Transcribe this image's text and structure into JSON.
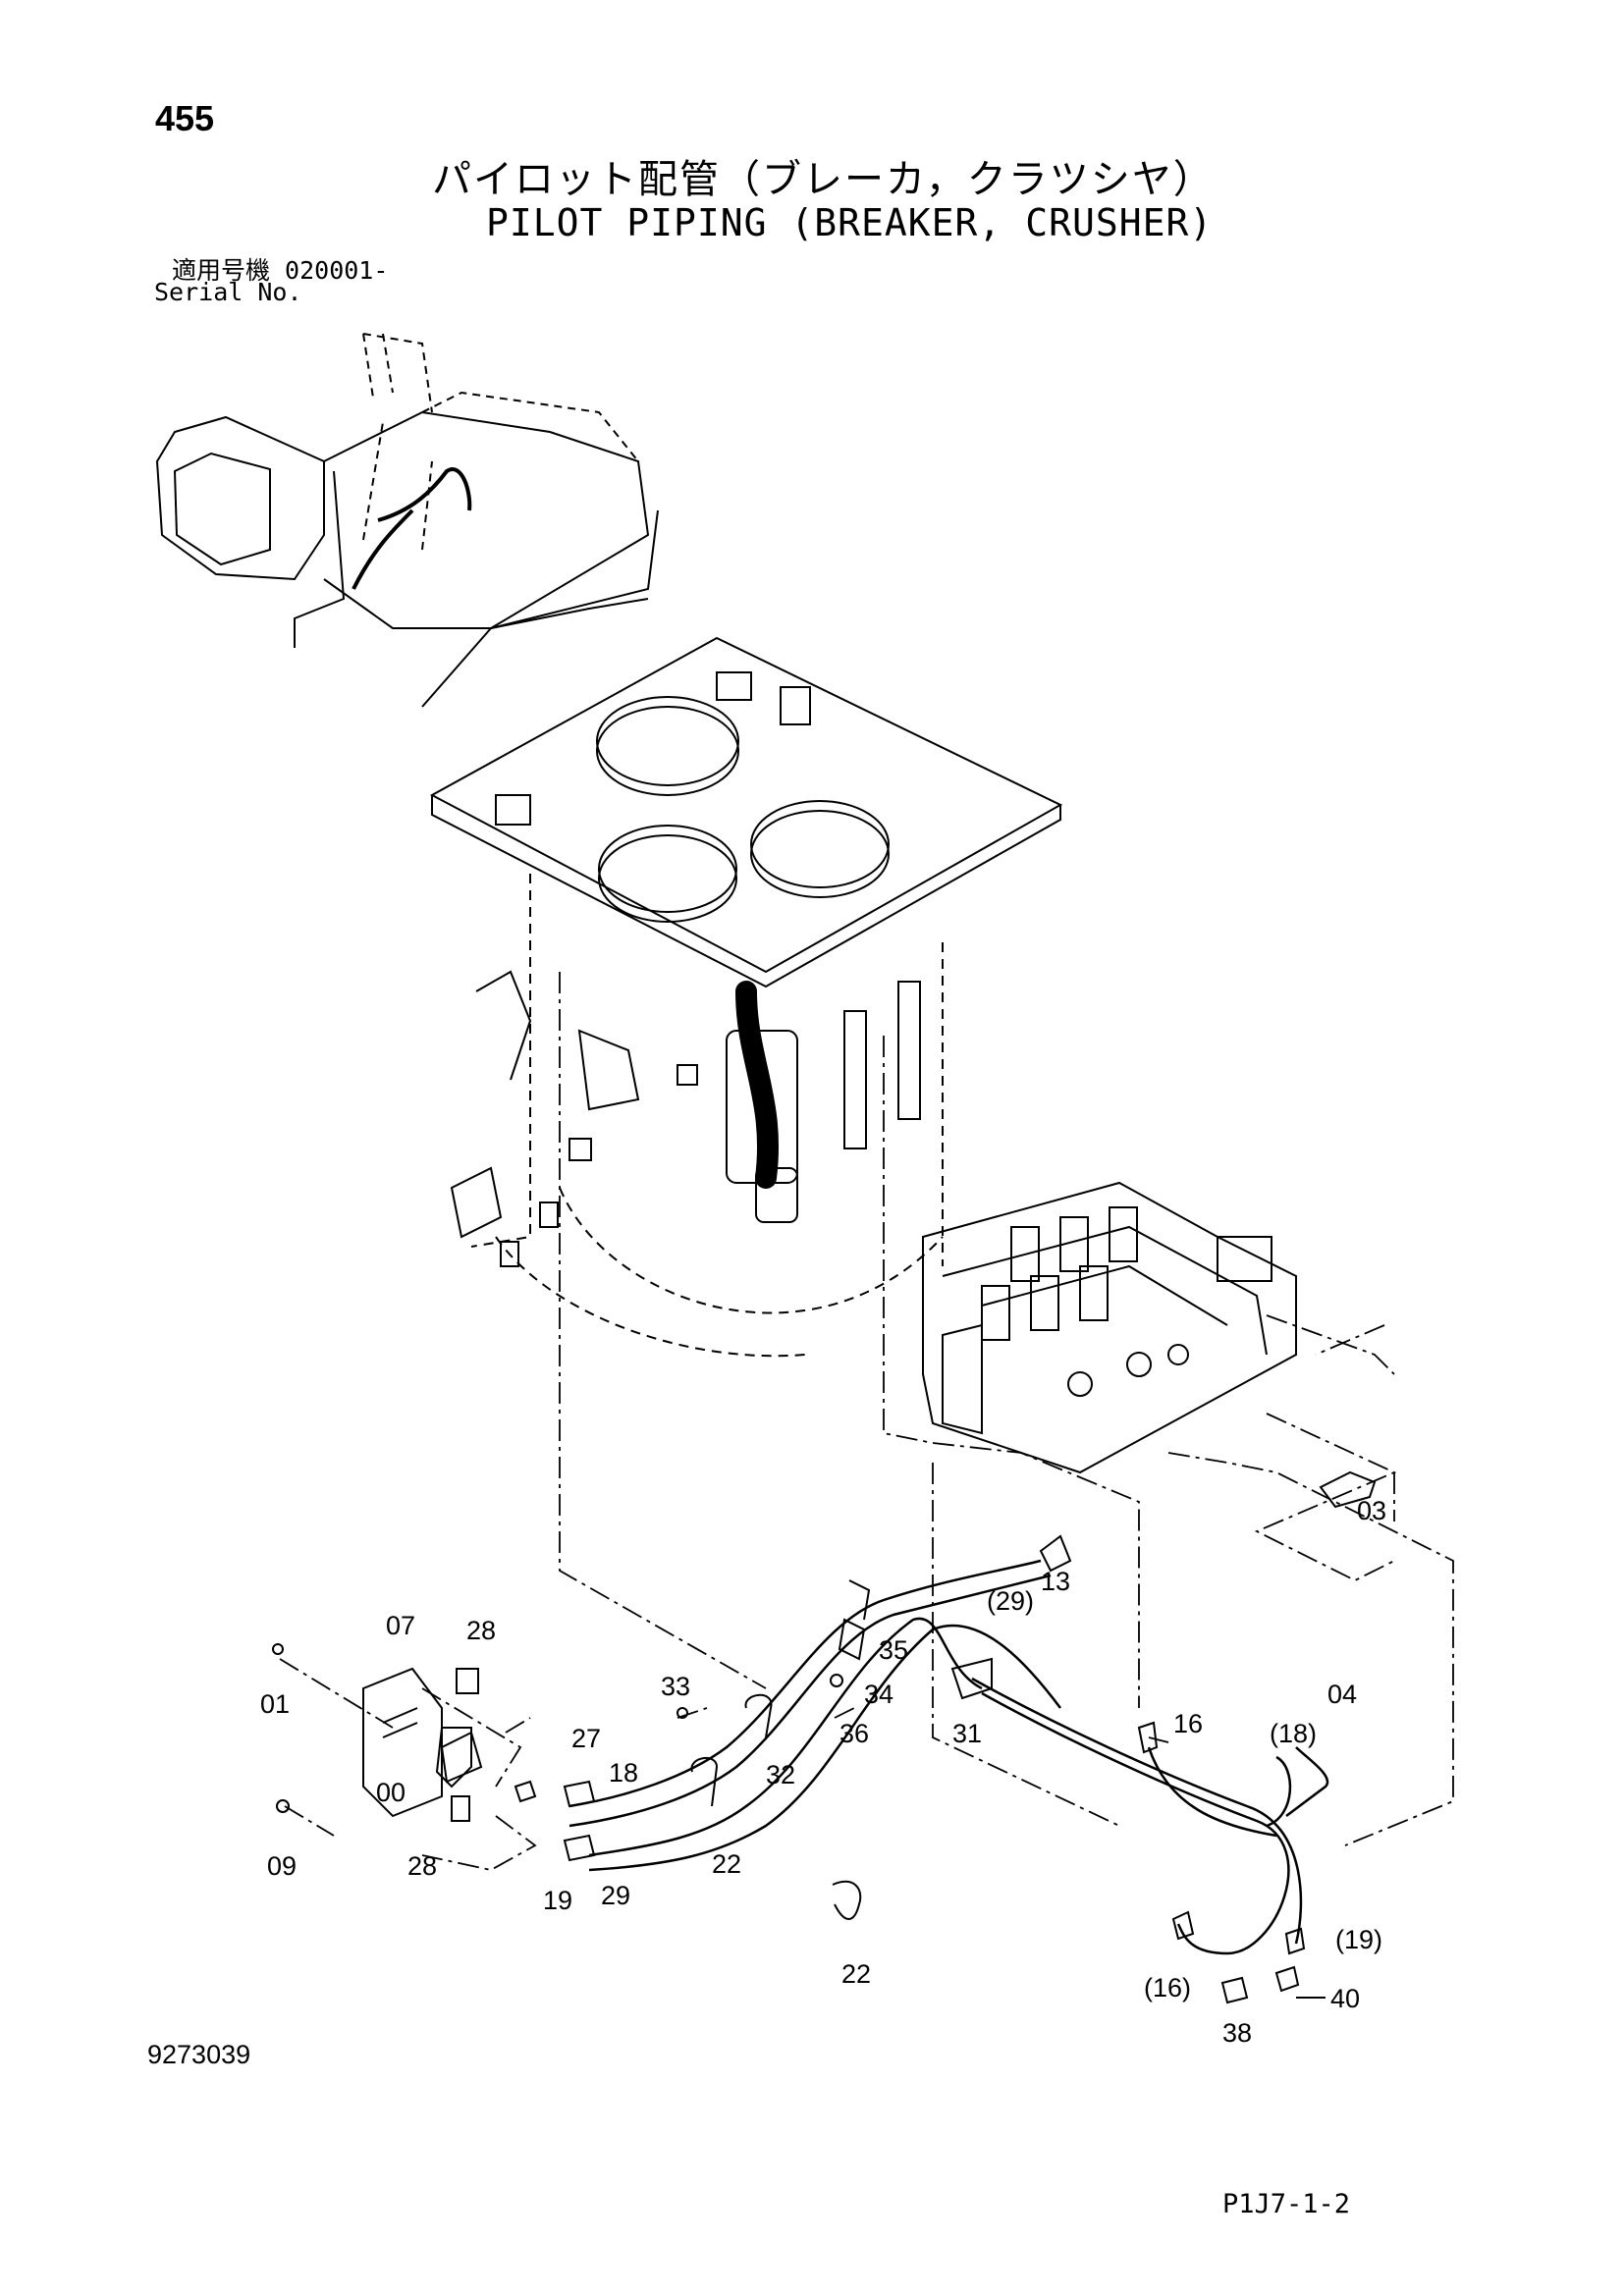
{
  "header": {
    "page_number": "455",
    "title_japanese": "パイロット配管（ブレーカ，クラツシヤ）",
    "title_english": "PILOT PIPING (BREAKER, CRUSHER)",
    "serial_label_japanese": "適用号機  020001-",
    "serial_label_english": "Serial No."
  },
  "footer": {
    "document_number": "9273039",
    "reference_code": "P1J7-1-2"
  },
  "callouts": [
    {
      "id": "c-455-00",
      "text": "00"
    },
    {
      "id": "c-01",
      "text": "01"
    },
    {
      "id": "c-03",
      "text": "03"
    },
    {
      "id": "c-04",
      "text": "04"
    },
    {
      "id": "c-07",
      "text": "07"
    },
    {
      "id": "c-09",
      "text": "09"
    },
    {
      "id": "c-13",
      "text": "13"
    },
    {
      "id": "c-16",
      "text": "16"
    },
    {
      "id": "c-16p",
      "text": "(16)"
    },
    {
      "id": "c-18",
      "text": "18"
    },
    {
      "id": "c-18p",
      "text": "(18)"
    },
    {
      "id": "c-19",
      "text": "19"
    },
    {
      "id": "c-19p",
      "text": "(19)"
    },
    {
      "id": "c-22a",
      "text": "22"
    },
    {
      "id": "c-22b",
      "text": "22"
    },
    {
      "id": "c-27",
      "text": "27"
    },
    {
      "id": "c-28a",
      "text": "28"
    },
    {
      "id": "c-28b",
      "text": "28"
    },
    {
      "id": "c-29",
      "text": "29"
    },
    {
      "id": "c-29p",
      "text": "(29)"
    },
    {
      "id": "c-31",
      "text": "31"
    },
    {
      "id": "c-32",
      "text": "32"
    },
    {
      "id": "c-33",
      "text": "33"
    },
    {
      "id": "c-34",
      "text": "34"
    },
    {
      "id": "c-35",
      "text": "35"
    },
    {
      "id": "c-36",
      "text": "36"
    },
    {
      "id": "c-38",
      "text": "38"
    },
    {
      "id": "c-40",
      "text": "40"
    }
  ]
}
